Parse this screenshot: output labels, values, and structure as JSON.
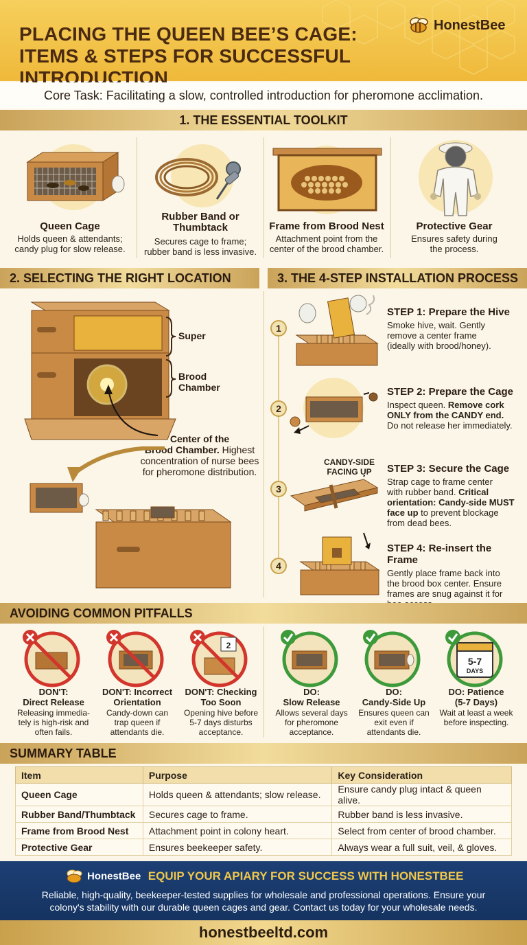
{
  "header": {
    "title_line1": "PLACING THE QUEEN BEE’S CAGE:",
    "title_line2": "ITEMS & STEPS FOR SUCCESSFUL INTRODUCTION",
    "brand": "HonestBee"
  },
  "core_task": "Core Task: Facilitating a slow, controlled introduction for pheromone acclimation.",
  "toolkit": {
    "heading": "1. THE ESSENTIAL TOOLKIT",
    "items": [
      {
        "name": "Queen Cage",
        "desc1": "Holds queen & attendants;",
        "desc2": "candy plug for slow release."
      },
      {
        "name1": "Rubber Band or",
        "name2": "Thumbtack",
        "desc1": "Secures cage to frame;",
        "desc2": "rubber band is less invasive."
      },
      {
        "name": "Frame from Brood Nest",
        "desc1": "Attachment point from the",
        "desc2": "center of the brood chamber."
      },
      {
        "name": "Protective Gear",
        "desc1": "Ensures safety during",
        "desc2": "the process."
      }
    ]
  },
  "location": {
    "heading": "2. SELECTING THE RIGHT LOCATION",
    "super_label": "Super",
    "brood_label1": "Brood",
    "brood_label2": "Chamber",
    "center_title1": "Center of the",
    "center_title2": "Brood Chamber.",
    "center_text1": " Highest",
    "center_text2": "concentration of nurse bees",
    "center_text3": "for pheromone distribution."
  },
  "process": {
    "heading": "3. THE 4-STEP INSTALLATION PROCESS",
    "candy_label1": "CANDY-SIDE",
    "candy_label2": "FACING UP",
    "steps": [
      {
        "num": "1",
        "title": "STEP 1: Prepare the Hive",
        "l1": "Smoke hive, wait. Gently",
        "l2": "remove a center frame",
        "l3": "(ideally with brood/honey)."
      },
      {
        "num": "2",
        "title": "STEP 2: Prepare the Cage",
        "l1": "Inspect queen. ",
        "l1b": "Remove cork",
        "l2": "ONLY from the CANDY end.",
        "l3": "Do not release her immediately."
      },
      {
        "num": "3",
        "title": "STEP 3: Secure the Cage",
        "l1": "Strap cage to frame center",
        "l2": "with rubber band. ",
        "l2b": "Critical",
        "l3": "orientation: Candy-side MUST",
        "l4": "face up",
        "l4b": " to prevent blockage",
        "l5": "from dead bees."
      },
      {
        "num": "4",
        "title": "STEP 4: Re-insert the Frame",
        "l1": "Gently place frame back into",
        "l2": "the brood box center. Ensure",
        "l3": "frames are snug against it for",
        "l4": "bee access."
      }
    ]
  },
  "pitfalls": {
    "heading": "AVOIDING COMMON PITFALLS",
    "items": [
      {
        "t1": "DON'T:",
        "t2": "Direct Release",
        "d1": "Releasing immedia-",
        "d2": "tely is high-risk and",
        "d3": "often fails."
      },
      {
        "t1": "DON'T: Incorrect",
        "t2": "Orientation",
        "d1": "Candy-down can",
        "d2": "trap queen if",
        "d3": "attendants die."
      },
      {
        "t1": "DON'T: Checking",
        "t2": "Too Soon",
        "d1": "Opening hive before",
        "d2": "5-7 days disturbs",
        "d3": "acceptance."
      },
      {
        "t1": "DO:",
        "t2": "Slow Release",
        "d1": "Allows several days",
        "d2": "for pheromone",
        "d3": "acceptance."
      },
      {
        "t1": "DO:",
        "t2": "Candy-Side Up",
        "d1": "Ensures queen can",
        "d2": "exit even if",
        "d3": "attendants die."
      },
      {
        "t1": "DO: Patience",
        "t2": "(5-7 Days)",
        "d1": "Wait at least a week",
        "d2": "before inspecting.",
        "d3": ""
      }
    ],
    "calendar_text1": "5-7",
    "calendar_text2": "DAYS",
    "calendar_small": "2"
  },
  "summary": {
    "heading": "SUMMARY TABLE",
    "columns": [
      "Item",
      "Purpose",
      "Key Consideration"
    ],
    "rows": [
      [
        "Queen Cage",
        "Holds queen & attendants; slow release.",
        "Ensure candy plug intact & queen alive."
      ],
      [
        "Rubber Band/Thumbtack",
        "Secures cage to frame.",
        "Rubber band is less invasive."
      ],
      [
        "Frame from Brood Nest",
        "Attachment point in colony heart.",
        "Select from center of brood chamber."
      ],
      [
        "Protective Gear",
        "Ensures beekeeper safety.",
        "Always wear a full suit, veil, & gloves."
      ]
    ]
  },
  "footer": {
    "brand": "HonestBee",
    "headline": "EQUIP YOUR APIARY FOR SUCCESS WITH HONESTBEE",
    "line1": "Reliable, high-quality, beekeeper-tested supplies for wholesale and professional operations. Ensure your",
    "line2": "colony's stability with our durable queen cages and gear. Contact us today for your wholesale needs.",
    "url": "honestbeeltd.com"
  },
  "colors": {
    "gold": "#efb93a",
    "brown": "#4b2a12",
    "navy": "#1c3f74",
    "red": "#d2352b",
    "green": "#3d9a3a"
  }
}
